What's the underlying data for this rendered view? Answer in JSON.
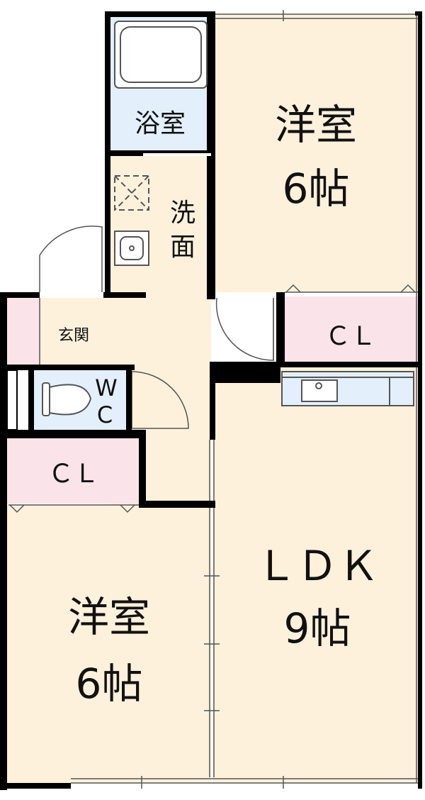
{
  "rooms": {
    "bath": {
      "name": "浴室"
    },
    "wash": {
      "name_line1": "洗",
      "name_line2": "面"
    },
    "bedroom_top": {
      "name": "洋室",
      "size": "6帖"
    },
    "closet_top": {
      "name": "ＣＬ"
    },
    "entrance": {
      "name": "玄関"
    },
    "wc": {
      "name_line1": "W",
      "name_line2": "C"
    },
    "closet_left": {
      "name": "ＣＬ"
    },
    "ldk": {
      "name": "ＬＤＫ",
      "size": "9帖"
    },
    "bedroom_bottom": {
      "name": "洋室",
      "size": "6帖"
    }
  },
  "colors": {
    "wall": "#000000",
    "room_floor": "#fdf1dc",
    "wet_area": "#e3f0fb",
    "closet": "#fbe3ea",
    "fixture_line": "#555555"
  },
  "icons": [
    "bathtub-icon",
    "washing-machine-icon",
    "sink-icon",
    "toilet-icon",
    "kitchen-counter-icon",
    "door-swing-icon"
  ]
}
